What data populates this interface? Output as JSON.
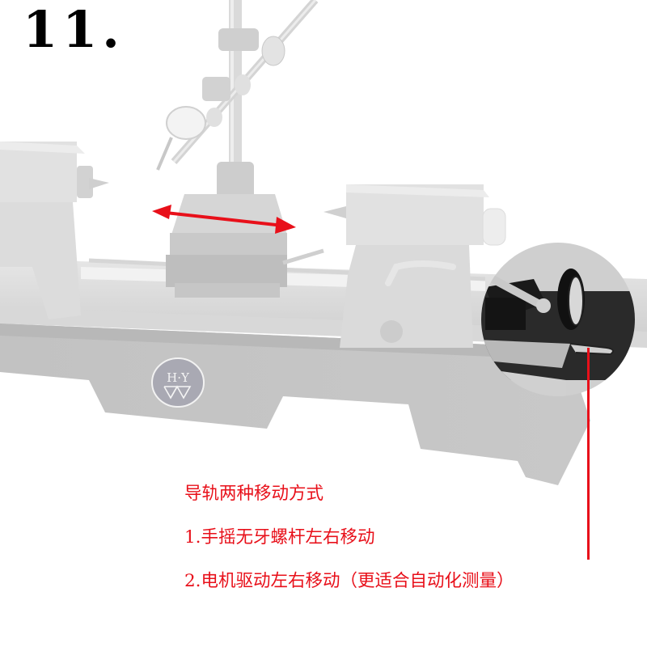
{
  "step": {
    "number_label": "11."
  },
  "logo": {
    "text": "H·Y"
  },
  "callout": {
    "title": "导轨两种移动方式",
    "items": [
      "1.手摇无牙螺杆左右移动",
      "2.电机驱动左右移动（更适合自动化测量）"
    ]
  },
  "colors": {
    "accent_red": "#e8101a",
    "machine_gray": "#c4c4c4",
    "highlight_black": "#141414"
  },
  "annotations": {
    "arrow": "double-headed horizontal arrow indicating left-right movement of measuring table",
    "highlight": "dark highlighted hand-wheel lead-screw drive at right end of rail"
  }
}
